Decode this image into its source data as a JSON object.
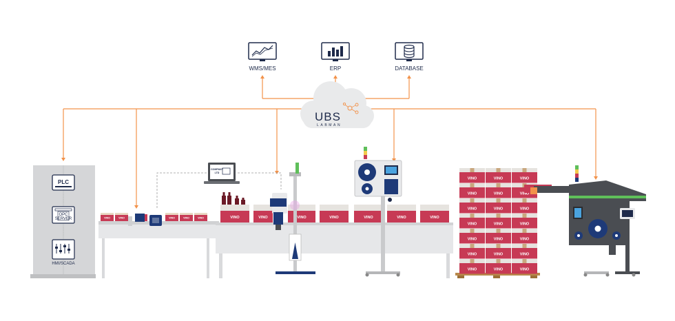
{
  "top_systems": [
    {
      "key": "wms",
      "label": "WMS/MES",
      "icon": "chart-monitor-icon"
    },
    {
      "key": "erp",
      "label": "ERP",
      "icon": "bar-chart-monitor-icon"
    },
    {
      "key": "db",
      "label": "DATABASE",
      "icon": "database-monitor-icon"
    }
  ],
  "cloud": {
    "logo": "UBS",
    "subtitle": "LABMAN"
  },
  "control_cabinet": {
    "items": [
      {
        "label": "PLC"
      },
      {
        "label_line1": "OPC",
        "label_line2": "SERVER"
      },
      {
        "label": "HMI/SCADA"
      }
    ]
  },
  "laptop": {
    "screen_text_1": "COMPANY",
    "screen_text_2": "LTD"
  },
  "box_label": "VINO",
  "colors": {
    "connector": "#f2924a",
    "navy": "#1e2a4a",
    "wine_red": "#c73a55",
    "floor_grey": "#dfe0e2",
    "cabinet": "#d5d6d8",
    "robot": "#4a4d52"
  }
}
